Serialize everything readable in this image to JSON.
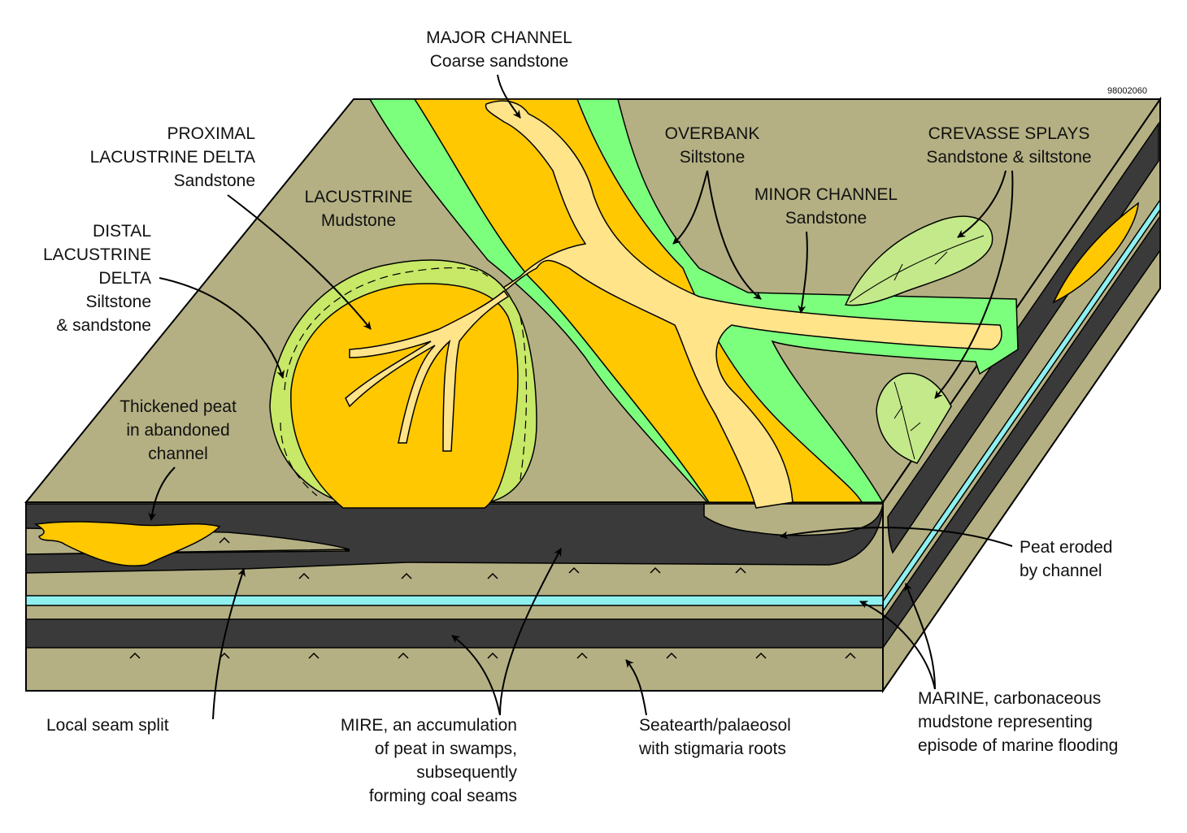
{
  "figure_id": "98002060",
  "colors": {
    "surface": "#b4b083",
    "coal": "#3a3a3a",
    "coarse_sandstone": "#ffc800",
    "sandstone": "#ffe48a",
    "overbank_siltstone": "#7dff7e",
    "crevasse_splay": "#c4e98a",
    "distal_delta": "#c8e867",
    "marine_band": "#8ff0f0",
    "outline": "#000000"
  },
  "labels": {
    "major_channel": [
      "MAJOR CHANNEL",
      "Coarse sandstone"
    ],
    "proximal_delta": [
      "PROXIMAL",
      "LACUSTRINE DELTA",
      "Sandstone"
    ],
    "lacustrine": [
      "LACUSTRINE",
      "Mudstone"
    ],
    "distal_delta": [
      "DISTAL",
      "LACUSTRINE",
      "DELTA",
      "Siltstone",
      "& sandstone"
    ],
    "overbank": [
      "OVERBANK",
      "Siltstone"
    ],
    "minor_channel": [
      "MINOR CHANNEL",
      "Sandstone"
    ],
    "crevasse_splays": [
      "CREVASSE SPLAYS",
      "Sandstone & siltstone"
    ],
    "thickened_peat": [
      "Thickened peat",
      "in abandoned",
      "channel"
    ],
    "peat_eroded": [
      "Peat eroded",
      "by channel"
    ],
    "local_seam_split": [
      "Local seam split"
    ],
    "mire": [
      "MIRE, an accumulation",
      "of peat in swamps,",
      "subsequently",
      "forming coal seams"
    ],
    "seatearth": [
      "Seatearth/palaeosol",
      "with stigmaria roots"
    ],
    "marine": [
      "MARINE, carbonaceous",
      "mudstone representing",
      "episode of marine flooding"
    ]
  }
}
